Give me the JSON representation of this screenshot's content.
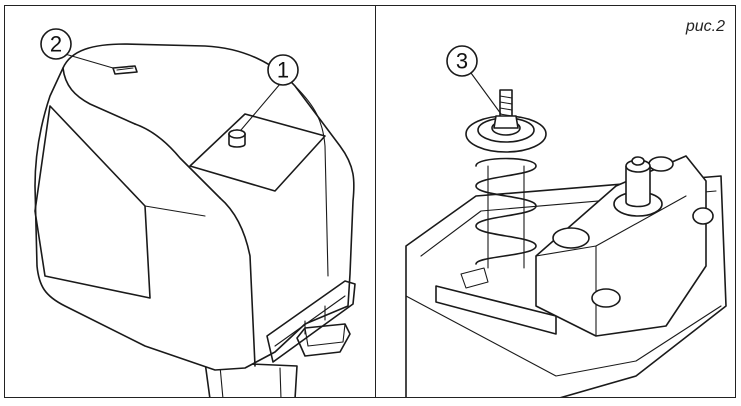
{
  "caption": "рис.2",
  "callouts": [
    {
      "label": "1"
    },
    {
      "label": "2"
    },
    {
      "label": "3"
    }
  ]
}
